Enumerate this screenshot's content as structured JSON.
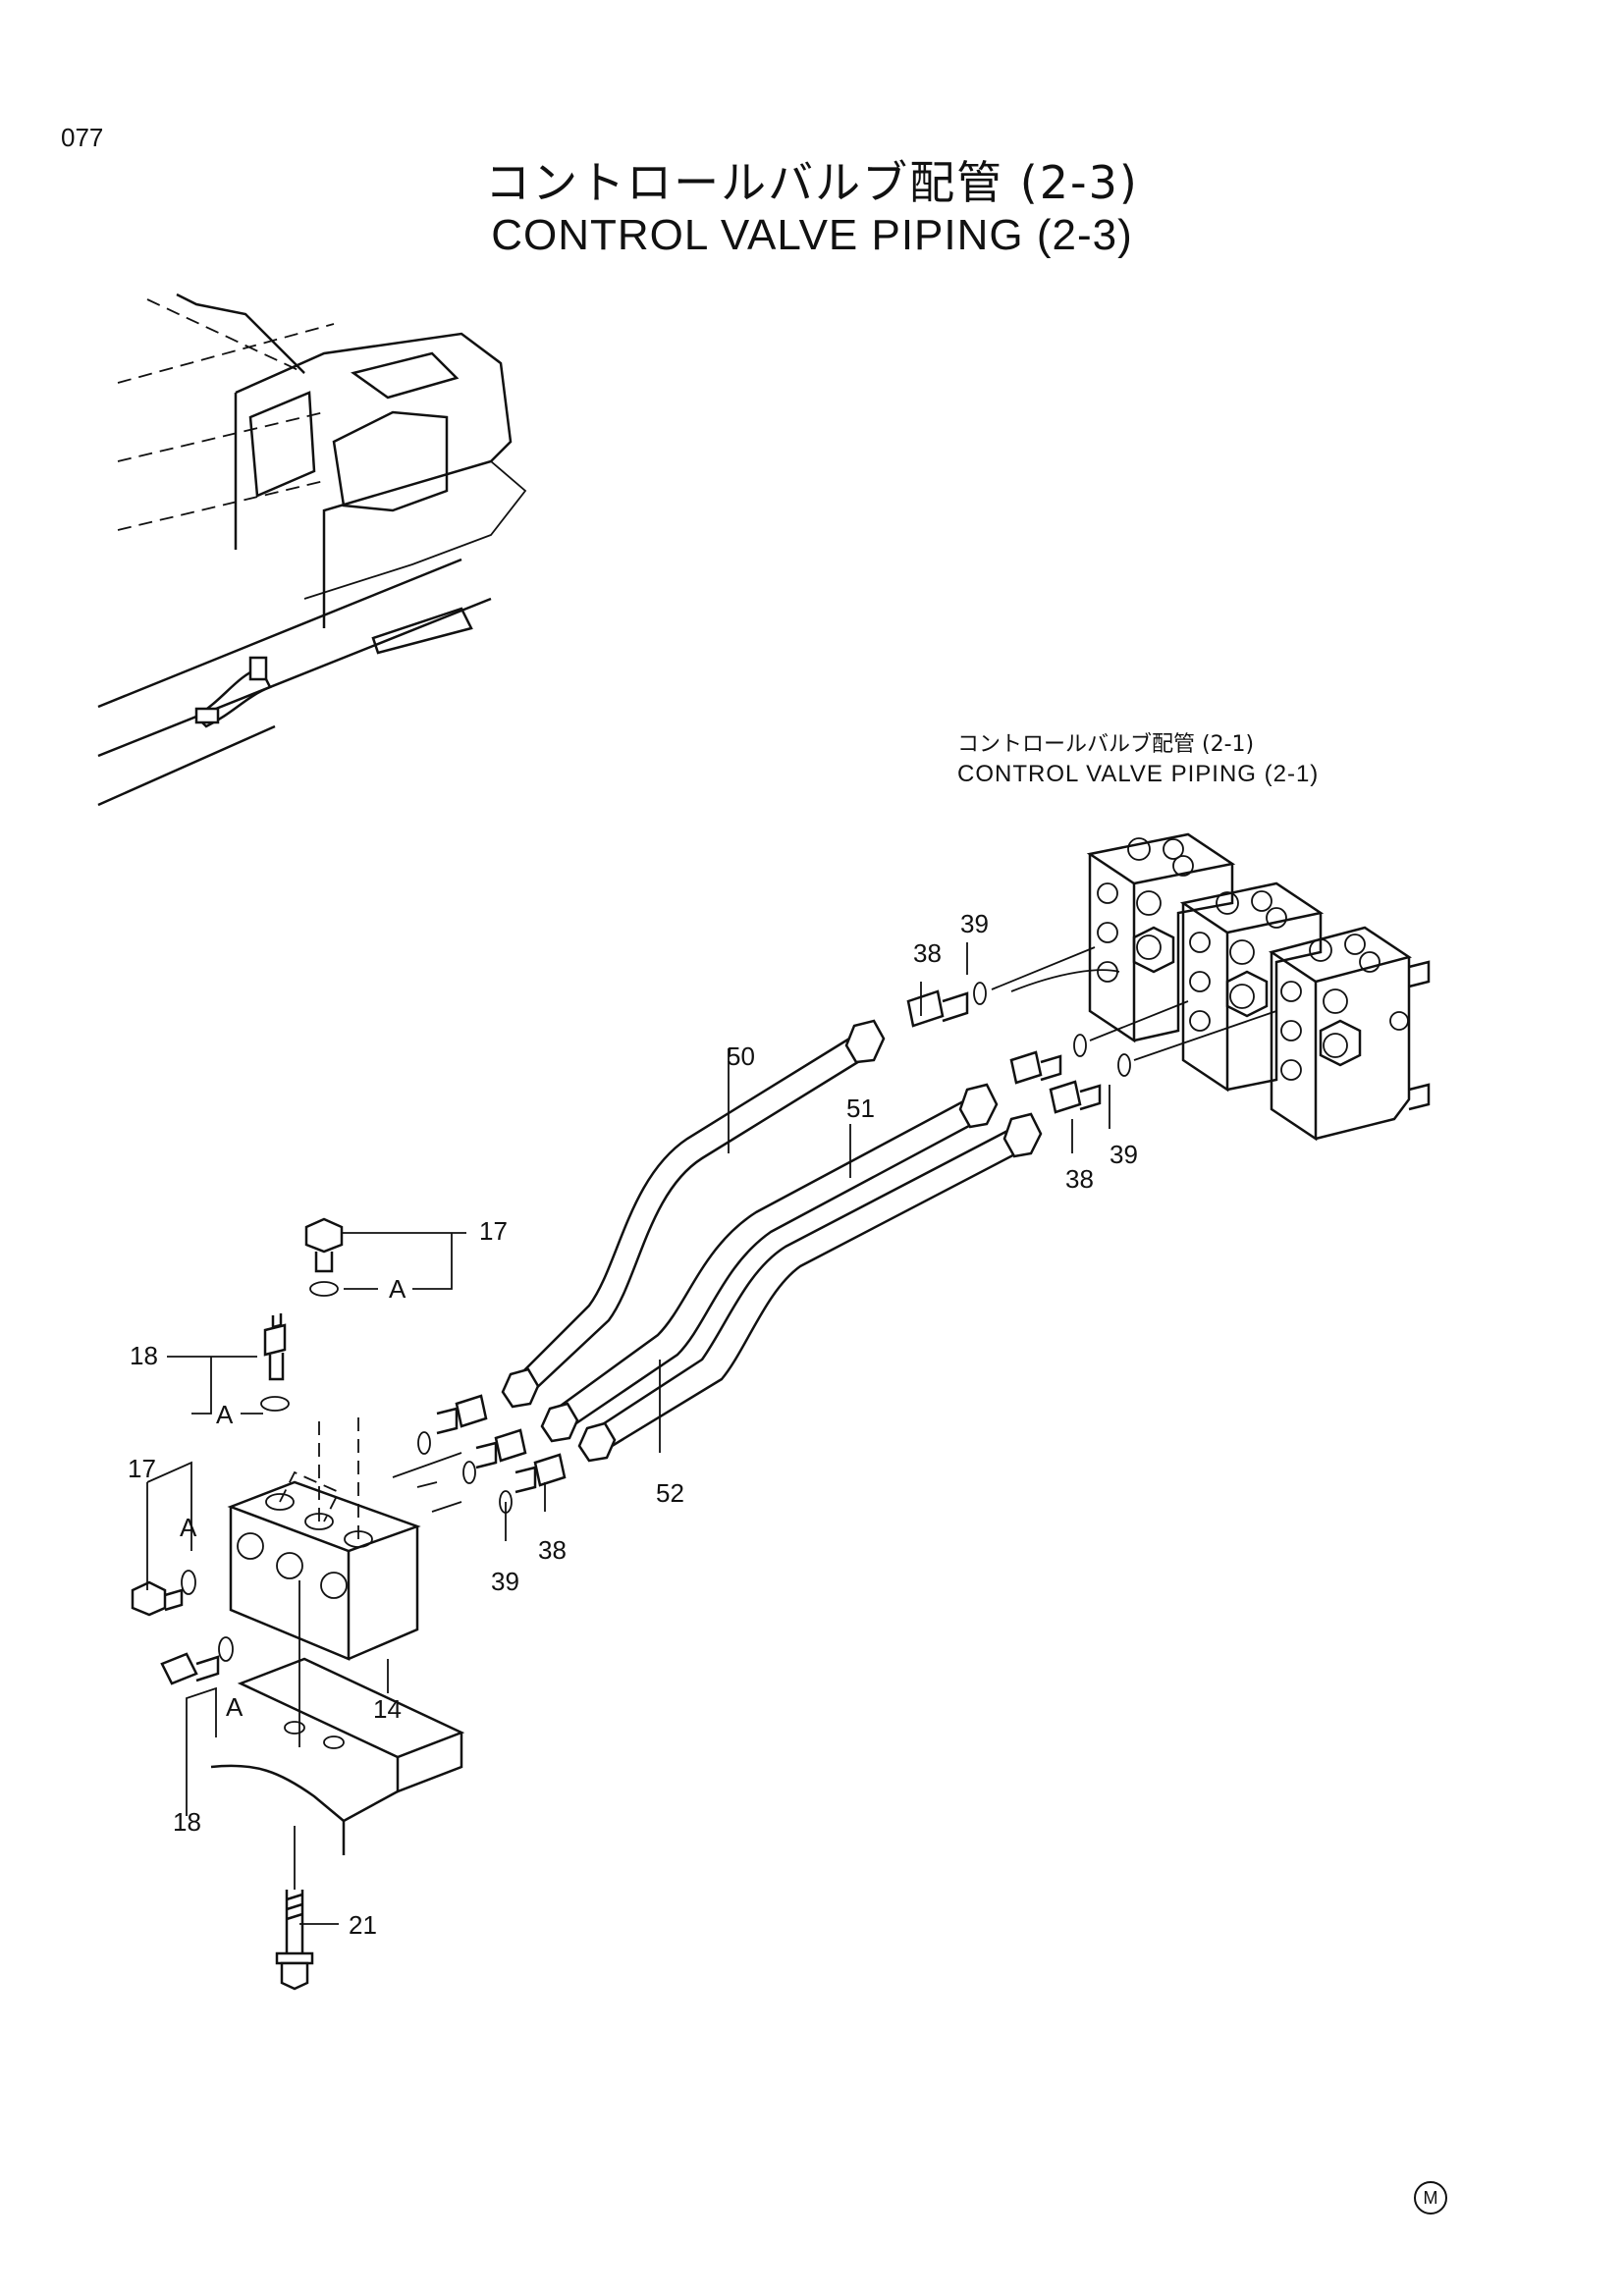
{
  "page": {
    "number": "077",
    "title_jp": "コントロールバルブ配管 (2-3)",
    "title_en": "CONTROL VALVE PIPING (2-3)"
  },
  "reference": {
    "title_jp": "コントロールバルブ配管 (2-1)",
    "title_en": "CONTROL VALVE PIPING (2-1)"
  },
  "callouts": {
    "p50": "50",
    "p51": "51",
    "p52": "52",
    "p38_top": "38",
    "p39_top": "39",
    "p38_right": "38",
    "p39_right": "39",
    "p38_mid": "38",
    "p39_mid": "39",
    "p17_top": "17",
    "p17_left": "17",
    "p18_top": "18",
    "p18_bottom": "18",
    "p14": "14",
    "p21": "21",
    "a1": "A",
    "a2": "A",
    "a3": "A",
    "a4": "A"
  },
  "footer_mark": "M",
  "icons": [
    "excavator-sketch",
    "control-valve-block",
    "manifold-block",
    "bracket-plate",
    "bolt",
    "hose",
    "fitting",
    "o-ring"
  ]
}
